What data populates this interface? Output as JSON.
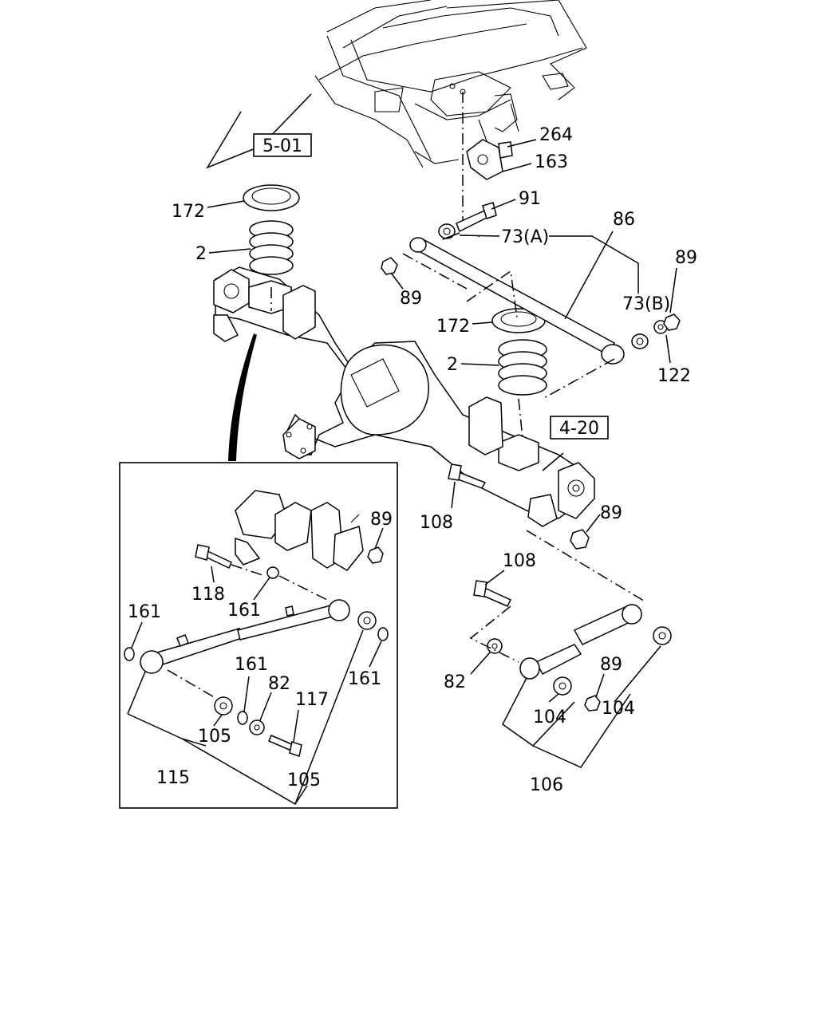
{
  "ref_boxes": {
    "frame_ref": "5-01",
    "axle_ref": "4-20"
  },
  "labels": {
    "p264": "264",
    "p163": "163",
    "p91": "91",
    "p86": "86",
    "p73a": "73(A)",
    "p89_top_right": "89",
    "p73b": "73(B)",
    "p122": "122",
    "p172_left": "172",
    "p2_left": "2",
    "p89_upper_arm": "89",
    "p172_right": "172",
    "p2_right": "2",
    "p108_upper": "108",
    "p89_axle": "89",
    "p108_lower": "108",
    "p82_right": "82",
    "p89_lower_arm": "89",
    "p104_left": "104",
    "p104_right": "104",
    "p106": "106",
    "p89_inset": "89",
    "p118": "118",
    "p161_mid": "161",
    "p161_left": "161",
    "p161_lower": "161",
    "p82_inset": "82",
    "p117": "117",
    "p161_right": "161",
    "p105_left": "105",
    "p115": "115",
    "p105_right": "105"
  }
}
